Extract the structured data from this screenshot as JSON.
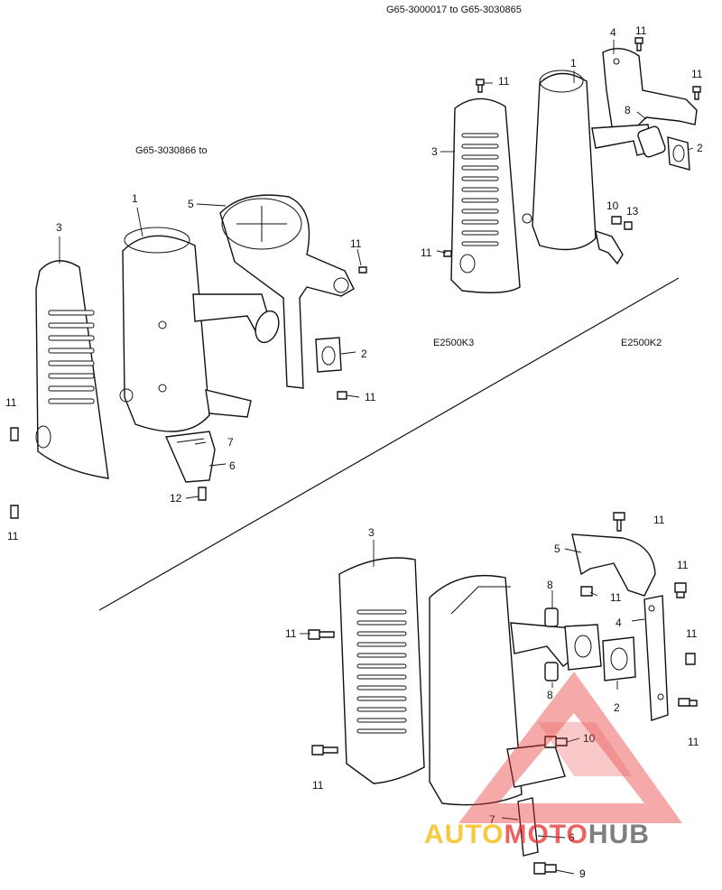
{
  "headers": {
    "top_right": "G65-3000017  to  G65-3030865",
    "top_left": "G65-3030866  to"
  },
  "models": {
    "k3": "E2500K3",
    "k2": "E2500K2"
  },
  "watermark": {
    "part1": "AUTO",
    "part2": "MOTO",
    "part3": "HUB",
    "colors": {
      "auto": "#f5b800",
      "moto": "#e83030",
      "hub": "#555555",
      "triangle": "#e83030"
    }
  },
  "labels": {
    "tr_11a": "11",
    "tr_4": "4",
    "tr_11b": "11",
    "tr_1": "1",
    "tr_11c": "11",
    "tr_8": "8",
    "tr_3": "3",
    "tr_2": "2",
    "tr_10": "10",
    "tr_13": "13",
    "tr_11d": "11",
    "tl_1": "1",
    "tl_5": "5",
    "tl_3": "3",
    "tl_11a": "11",
    "tl_2": "2",
    "tl_11b": "11",
    "tl_11c": "11",
    "tl_7": "7",
    "tl_6": "6",
    "tl_12": "12",
    "tl_11d": "11",
    "b_3": "3",
    "b_11a": "11",
    "b_5": "5",
    "b_11b": "11",
    "b_8a": "8",
    "b_11c": "11",
    "b_4": "4",
    "b_11d": "11",
    "b_11e": "11",
    "b_8b": "8",
    "b_2": "2",
    "b_11f": "11",
    "b_10": "10",
    "b_11g": "11",
    "b_7": "7",
    "b_6": "6",
    "b_9": "9"
  }
}
